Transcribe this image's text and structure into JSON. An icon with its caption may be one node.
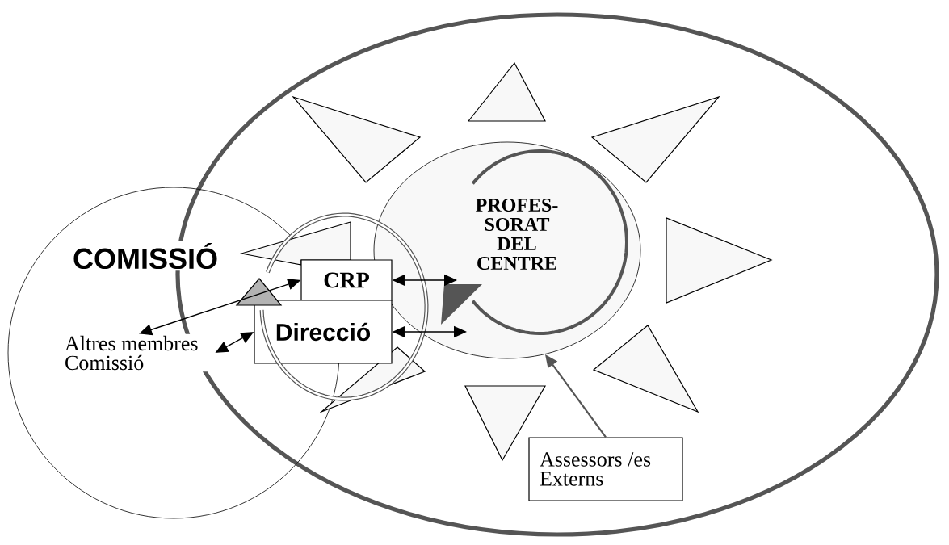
{
  "diagram": {
    "nodes": [
      {
        "text": [
          "COMISSIÓ"
        ]
      },
      {
        "text": [
          "Altres membres Comissió"
        ],
        "in": 0
      },
      {
        "text": [
          "CRP"
        ]
      },
      {
        "text": [
          "Direcció"
        ]
      },
      {
        "text": [
          "PROFES- SORAT DEL CENTRE"
        ]
      },
      {
        "text": [
          "Assessors /es Externs"
        ]
      },
      {
        "text": [],
        "shape": "triangle"
      },
      {
        "text": [],
        "shape": "triangle"
      },
      {
        "text": [],
        "shape": "triangle"
      },
      {
        "text": [],
        "shape": "triangle"
      },
      {
        "text": [],
        "shape": "triangle"
      },
      {
        "text": [],
        "shape": "triangle"
      },
      {
        "text": [],
        "shape": "triangle"
      },
      {
        "text": [],
        "shape": "triangle"
      }
    ],
    "edges": [
      {
        "from": 1,
        "to": 2,
        "arrow": "both"
      },
      {
        "from": 1,
        "to": 3,
        "arrow": "both"
      },
      {
        "from": 2,
        "to": 4,
        "arrow": "both"
      },
      {
        "from": 3,
        "to": 4,
        "arrow": "both"
      },
      {
        "from": 5,
        "to": 4,
        "arrow": "to",
        "color": "#555555"
      }
    ]
  }
}
